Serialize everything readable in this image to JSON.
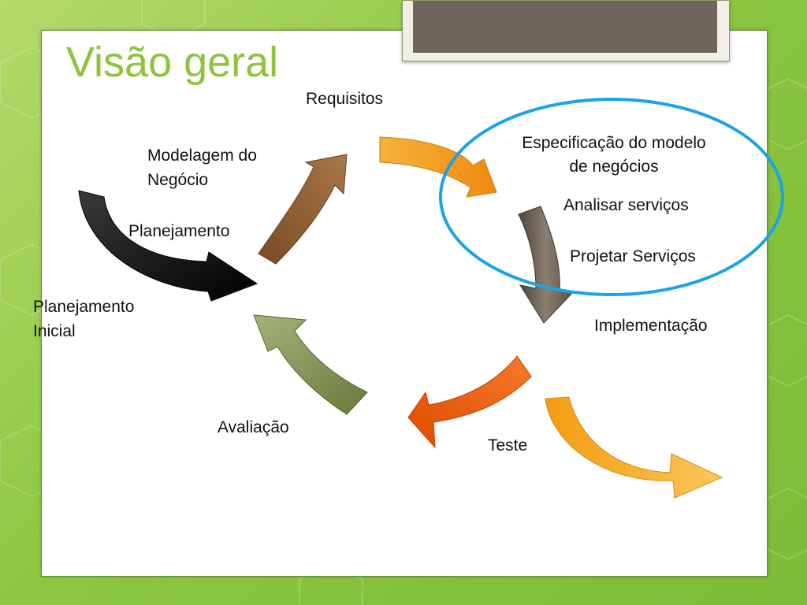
{
  "title": "Visão geral",
  "labels": {
    "requisitos": "Requisitos",
    "modelagem_line1": "Modelagem do",
    "modelagem_line2": "Negócio",
    "planejamento": "Planejamento",
    "planejamento_inicial_line1": "Planejamento",
    "planejamento_inicial_line2": "Inicial",
    "especificacao_line1": "Especificação do modelo",
    "especificacao_line2": "de negócios",
    "analisar": "Analisar serviços",
    "projetar": "Projetar Serviços",
    "implementacao": "Implementação",
    "teste": "Teste",
    "avaliacao": "Avaliação"
  },
  "colors": {
    "title": "#8dc33d",
    "highlight_ellipse": "#1aa3e8",
    "arrow_black": "#111111",
    "arrow_brown": "#8a5a30",
    "arrow_yellow_orange": "#f6a21c",
    "arrow_gray_brown": "#6b5e50",
    "arrow_orange": "#f25c0c",
    "arrow_olive": "#7a8a4a",
    "arrow_light_orange": "#f7a428"
  }
}
